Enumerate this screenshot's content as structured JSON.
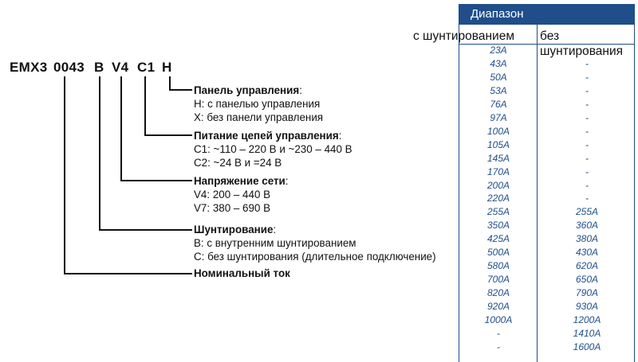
{
  "code": {
    "parts": [
      "EMX3",
      "0043",
      "B",
      "V4",
      "C1",
      "H"
    ]
  },
  "sections": [
    {
      "title": "Панель управления",
      "colon": ":",
      "lines": [
        "H: с панелью управления",
        "X: без панели управления"
      ]
    },
    {
      "title": "Питание цепей управления",
      "colon": ":",
      "lines": [
        "C1: ~110 – 220 В и ~230 – 440 В",
        "C2: ~24 В и =24 В"
      ]
    },
    {
      "title": "Напряжение сети",
      "colon": ":",
      "lines": [
        "V4: 200 – 440 В",
        "V7: 380 – 690 В"
      ]
    },
    {
      "title": "Шунтирование",
      "colon": ":",
      "lines": [
        "B: с внутренним шунтированием",
        "C: без шунтирования (длительное подключение)"
      ]
    },
    {
      "title": "Номинальный ток",
      "colon": "",
      "lines": []
    }
  ],
  "table": {
    "header": "Диапазон",
    "col1_label": "с шунтированием",
    "col2_label_line1": "без",
    "col2_label_line2": "шунтирования",
    "rows": [
      [
        "23A",
        "-"
      ],
      [
        "43A",
        "-"
      ],
      [
        "50A",
        "-"
      ],
      [
        "53A",
        "-"
      ],
      [
        "76A",
        "-"
      ],
      [
        "97A",
        "-"
      ],
      [
        "100A",
        "-"
      ],
      [
        "105A",
        "-"
      ],
      [
        "145A",
        "-"
      ],
      [
        "170A",
        "-"
      ],
      [
        "200A",
        "-"
      ],
      [
        "220A",
        "-"
      ],
      [
        "255A",
        "255A"
      ],
      [
        "350A",
        "360A"
      ],
      [
        "425A",
        "380A"
      ],
      [
        "500A",
        "430A"
      ],
      [
        "580A",
        "620A"
      ],
      [
        "700A",
        "650A"
      ],
      [
        "820A",
        "790A"
      ],
      [
        "920A",
        "930A"
      ],
      [
        "1000A",
        "1200A"
      ],
      [
        "-",
        "1410A"
      ],
      [
        "-",
        "1600A"
      ]
    ],
    "accent_color": "#1f4e8a"
  }
}
